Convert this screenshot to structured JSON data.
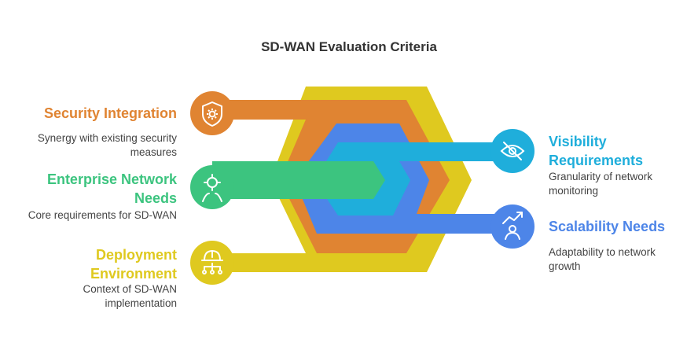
{
  "title": "SD-WAN Evaluation Criteria",
  "colors": {
    "security": "#E08432",
    "enterprise": "#3CC47F",
    "deployment": "#DFC91F",
    "visibility": "#1FAEDB",
    "scalability": "#4D85E8"
  },
  "items": [
    {
      "key": "security",
      "label": "Security Integration",
      "description": "Synergy with existing security measures",
      "icon": "shield-gear-icon"
    },
    {
      "key": "enterprise",
      "label": "Enterprise Network Needs",
      "description": "Core requirements for SD-WAN",
      "icon": "target-person-icon"
    },
    {
      "key": "deployment",
      "label": "Deployment Environment",
      "description": "Context of SD-WAN implementation",
      "icon": "hardhat-network-icon"
    },
    {
      "key": "visibility",
      "label": "Visibility Requirements",
      "description": "Granularity of network monitoring",
      "icon": "eye-icon"
    },
    {
      "key": "scalability",
      "label": "Scalability Needs",
      "description": "Adaptability to network growth",
      "icon": "growth-person-icon"
    }
  ]
}
